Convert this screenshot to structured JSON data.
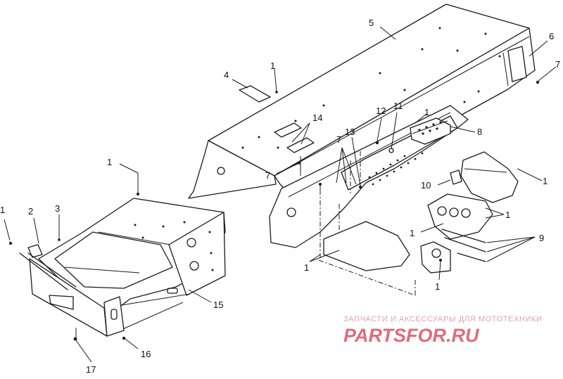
{
  "callouts": [
    {
      "id": "c1a",
      "text": "1"
    },
    {
      "id": "c2",
      "text": "2"
    },
    {
      "id": "c3",
      "text": "3"
    },
    {
      "id": "c1b",
      "text": "1"
    },
    {
      "id": "c4",
      "text": "4"
    },
    {
      "id": "c1c",
      "text": "1"
    },
    {
      "id": "c5",
      "text": "5"
    },
    {
      "id": "c6",
      "text": "6"
    },
    {
      "id": "c7a",
      "text": "7"
    },
    {
      "id": "c14",
      "text": "14"
    },
    {
      "id": "c7b",
      "text": "7"
    },
    {
      "id": "c7c",
      "text": "7"
    },
    {
      "id": "c13",
      "text": "13"
    },
    {
      "id": "c12",
      "text": "12"
    },
    {
      "id": "c11",
      "text": "11"
    },
    {
      "id": "c1d",
      "text": "1"
    },
    {
      "id": "c8",
      "text": "8"
    },
    {
      "id": "c10",
      "text": "10"
    },
    {
      "id": "c1e",
      "text": "1"
    },
    {
      "id": "c1f",
      "text": "1"
    },
    {
      "id": "c1g",
      "text": "1"
    },
    {
      "id": "c9",
      "text": "9"
    },
    {
      "id": "c1h",
      "text": "1"
    },
    {
      "id": "c1i",
      "text": "1"
    },
    {
      "id": "c15",
      "text": "15"
    },
    {
      "id": "c16",
      "text": "16"
    },
    {
      "id": "c17",
      "text": "17"
    }
  ],
  "watermark": {
    "tagline": "ЗАПЧАСТИ И АКСЕССУАРЫ ДЛЯ МОТОТЕХНИКИ",
    "brand": "PARTSFOR.RU",
    "color": "#e06c7a"
  }
}
